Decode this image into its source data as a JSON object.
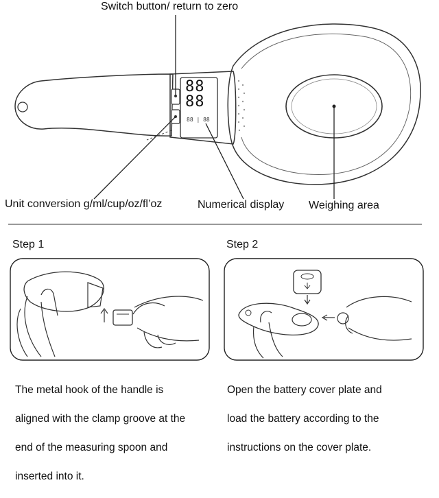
{
  "labels": {
    "switch_button": "Switch button/ return to zero",
    "unit_conversion": "Unit conversion g/ml/cup/oz/fl’oz",
    "numerical_display": "Numerical display",
    "weighing_area": "Weighing area"
  },
  "display_text": {
    "top_value": "88",
    "bottom_value": "88",
    "mini_readout": "88 | 88"
  },
  "steps": [
    {
      "title": "Step 1",
      "lines": [
        "The metal hook of the handle is",
        "aligned with the clamp groove at the",
        "end of the measuring spoon and",
        "inserted into it."
      ]
    },
    {
      "title": "Step 2",
      "lines": [
        "Open the battery cover plate and",
        "load the battery according to the",
        "instructions on the cover plate."
      ]
    }
  ]
}
